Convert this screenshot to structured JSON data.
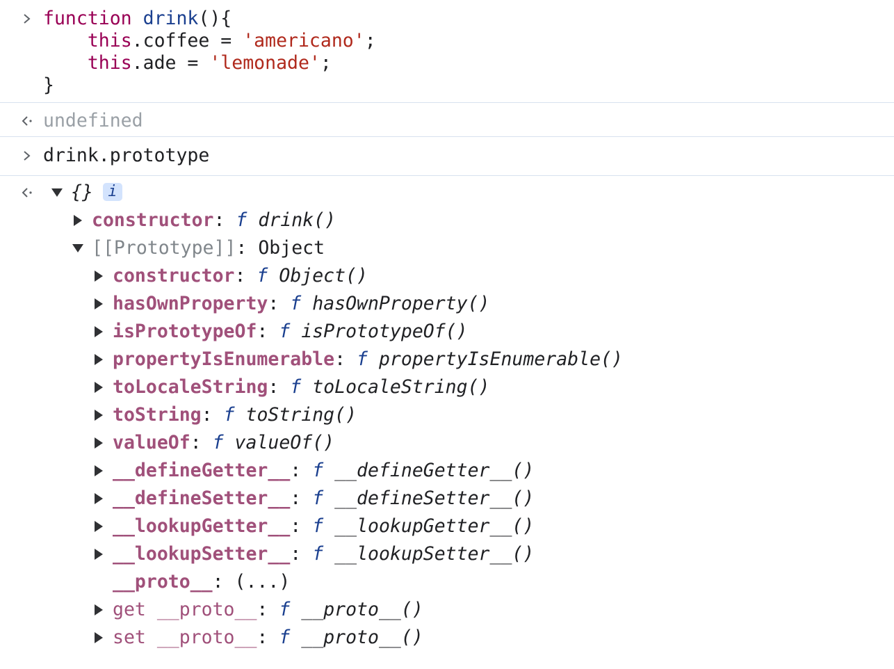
{
  "entries": [
    {
      "type": "input",
      "lines": [
        {
          "parts": [
            {
              "t": "function",
              "c": "kw"
            },
            {
              "t": " ",
              "c": ""
            },
            {
              "t": "drink",
              "c": "fn"
            },
            {
              "t": "(){",
              "c": ""
            }
          ]
        },
        {
          "parts": [
            {
              "t": "    ",
              "c": ""
            },
            {
              "t": "this",
              "c": "kw"
            },
            {
              "t": ".coffee = ",
              "c": ""
            },
            {
              "t": "'americano'",
              "c": "str"
            },
            {
              "t": ";",
              "c": ""
            }
          ]
        },
        {
          "parts": [
            {
              "t": "    ",
              "c": ""
            },
            {
              "t": "this",
              "c": "kw"
            },
            {
              "t": ".ade = ",
              "c": ""
            },
            {
              "t": "'lemonade'",
              "c": "str"
            },
            {
              "t": ";",
              "c": ""
            }
          ]
        },
        {
          "parts": [
            {
              "t": "}",
              "c": ""
            }
          ]
        }
      ]
    },
    {
      "type": "output",
      "text": "undefined"
    },
    {
      "type": "input",
      "lines": [
        {
          "parts": [
            {
              "t": "drink.prototype",
              "c": ""
            }
          ]
        }
      ]
    }
  ],
  "object_tree": {
    "root_label": "{}",
    "info_badge": "i",
    "rows": [
      {
        "depth": 1,
        "arrow": "right",
        "name": "constructor",
        "style": "prop",
        "sep": ": ",
        "ftag": "f",
        "value": "drink()",
        "value_style": "ital"
      },
      {
        "depth": 1,
        "arrow": "down",
        "name": "[[Prototype]]",
        "style": "bracket",
        "sep": ": ",
        "ftag": "",
        "value": "Object",
        "value_style": ""
      },
      {
        "depth": 2,
        "arrow": "right",
        "name": "constructor",
        "style": "prop",
        "sep": ": ",
        "ftag": "f",
        "value": "Object()",
        "value_style": "ital"
      },
      {
        "depth": 2,
        "arrow": "right",
        "name": "hasOwnProperty",
        "style": "prop",
        "sep": ": ",
        "ftag": "f",
        "value": "hasOwnProperty()",
        "value_style": "ital"
      },
      {
        "depth": 2,
        "arrow": "right",
        "name": "isPrototypeOf",
        "style": "prop",
        "sep": ": ",
        "ftag": "f",
        "value": "isPrototypeOf()",
        "value_style": "ital"
      },
      {
        "depth": 2,
        "arrow": "right",
        "name": "propertyIsEnumerable",
        "style": "prop",
        "sep": ": ",
        "ftag": "f",
        "value": "propertyIsEnumerable()",
        "value_style": "ital"
      },
      {
        "depth": 2,
        "arrow": "right",
        "name": "toLocaleString",
        "style": "prop",
        "sep": ": ",
        "ftag": "f",
        "value": "toLocaleString()",
        "value_style": "ital"
      },
      {
        "depth": 2,
        "arrow": "right",
        "name": "toString",
        "style": "prop",
        "sep": ": ",
        "ftag": "f",
        "value": "toString()",
        "value_style": "ital"
      },
      {
        "depth": 2,
        "arrow": "right",
        "name": "valueOf",
        "style": "prop",
        "sep": ": ",
        "ftag": "f",
        "value": "valueOf()",
        "value_style": "ital"
      },
      {
        "depth": 2,
        "arrow": "right",
        "name": "__defineGetter__",
        "style": "prop",
        "sep": ": ",
        "ftag": "f",
        "value": "__defineGetter__()",
        "value_style": "ital"
      },
      {
        "depth": 2,
        "arrow": "right",
        "name": "__defineSetter__",
        "style": "prop",
        "sep": ": ",
        "ftag": "f",
        "value": "__defineSetter__()",
        "value_style": "ital"
      },
      {
        "depth": 2,
        "arrow": "right",
        "name": "__lookupGetter__",
        "style": "prop",
        "sep": ": ",
        "ftag": "f",
        "value": "__lookupGetter__()",
        "value_style": "ital"
      },
      {
        "depth": 2,
        "arrow": "right",
        "name": "__lookupSetter__",
        "style": "prop",
        "sep": ": ",
        "ftag": "f",
        "value": "__lookupSetter__()",
        "value_style": "ital"
      },
      {
        "depth": 2,
        "arrow": "none",
        "name": "__proto__",
        "style": "prop",
        "sep": ": ",
        "ftag": "",
        "value": "(...)",
        "value_style": ""
      },
      {
        "depth": 2,
        "arrow": "right",
        "name": "get __proto__",
        "style": "prop-light",
        "sep": ": ",
        "ftag": "f",
        "value": "__proto__()",
        "value_style": "ital"
      },
      {
        "depth": 2,
        "arrow": "right",
        "name": "set __proto__",
        "style": "prop-light",
        "sep": ": ",
        "ftag": "f",
        "value": "__proto__()",
        "value_style": "ital"
      }
    ]
  },
  "colors": {
    "keyword": "#990055",
    "function_name": "#1a3f8f",
    "string": "#b0291c",
    "dim_output": "#9aa0a6",
    "property": "#a0507a",
    "separator": "#d7e1ef",
    "info_badge_bg": "#d3e3fd"
  },
  "icons": {
    "input_prompt": "chevron-right-icon",
    "output_prompt": "return-arrow-icon",
    "expanded": "triangle-down-icon",
    "collapsed": "triangle-right-icon"
  }
}
